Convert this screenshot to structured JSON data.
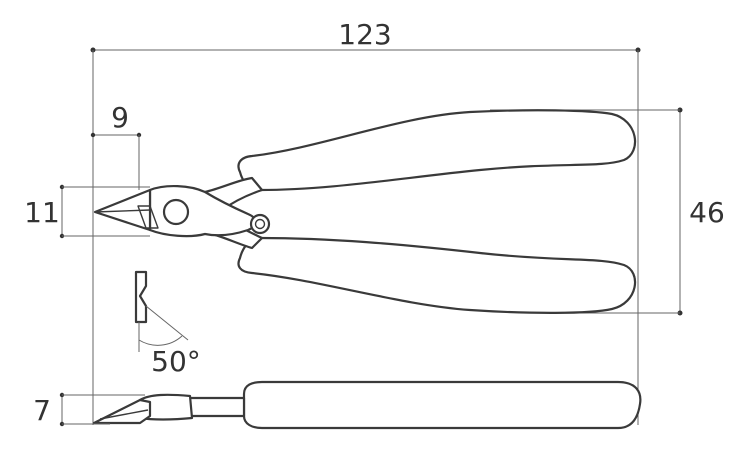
{
  "dimensions": {
    "overall_length": "123",
    "jaw_length": "9",
    "jaw_width": "11",
    "handle_spread": "46",
    "cutting_angle": "50°",
    "thickness": "7"
  },
  "colors": {
    "outline": "#3a3a3a",
    "dimension_line": "#666666",
    "text": "#333333"
  }
}
